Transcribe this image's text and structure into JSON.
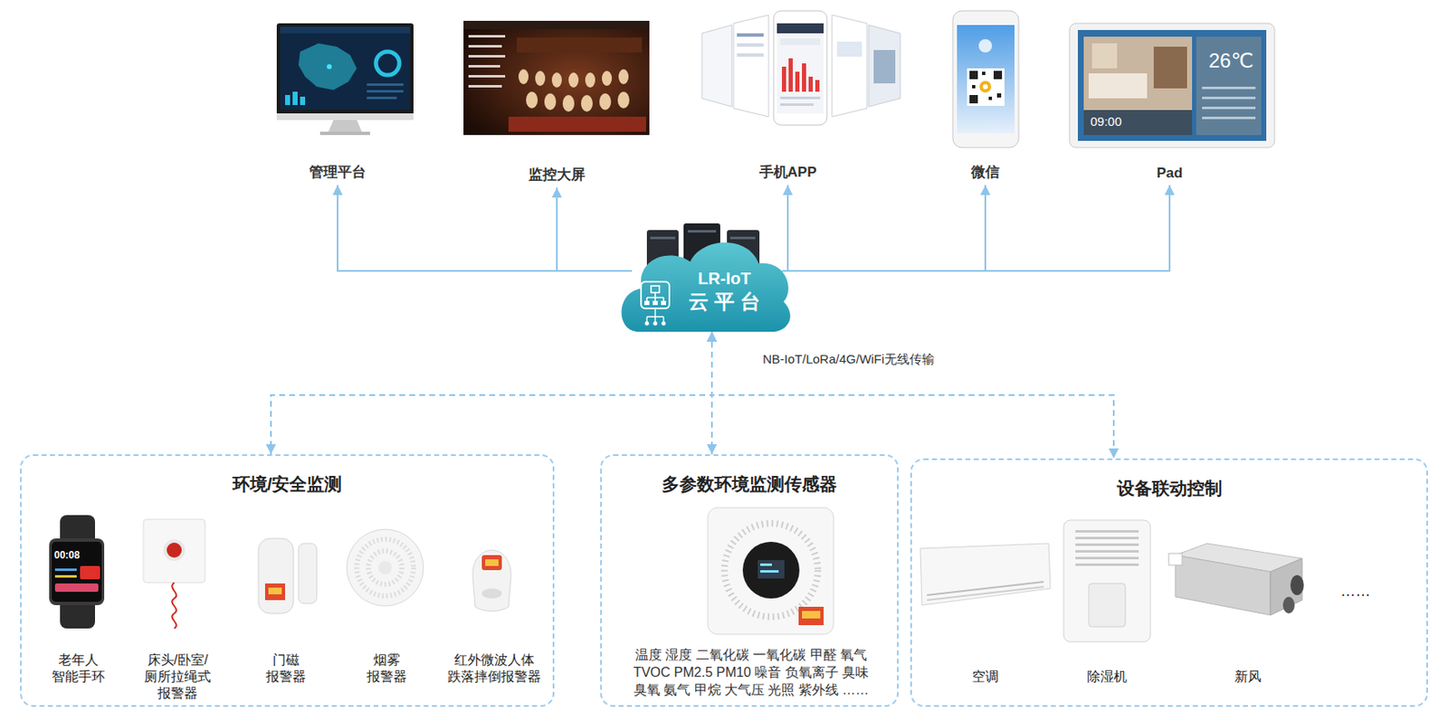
{
  "diagram": {
    "nodes": [
      {
        "text": [
          "管理平台"
        ]
      },
      {
        "text": [
          "监控大屏"
        ]
      },
      {
        "text": [
          "手机APP"
        ]
      },
      {
        "text": [
          "微信"
        ]
      },
      {
        "text": [
          "Pad"
        ]
      },
      {
        "text": [
          "LR-IoT",
          "云平台"
        ]
      },
      {
        "text": [
          "环境/安全监测"
        ]
      },
      {
        "text": [
          "老年人 智能手环"
        ],
        "in": 6
      },
      {
        "text": [
          "床头/卧室/ 厕所拉绳式 报警器"
        ],
        "in": 6
      },
      {
        "text": [
          "门磁 报警器"
        ],
        "in": 6
      },
      {
        "text": [
          "烟雾 报警器"
        ],
        "in": 6
      },
      {
        "text": [
          "红外微波人体 跌落摔倒报警器"
        ],
        "in": 6
      },
      {
        "text": [
          "多参数环境监测传感器"
        ]
      },
      {
        "text": [
          "温度 湿度 二氧化碳 一氧化碳 甲醛 氧气 TVOC PM2.5 PM10 噪音 负氧离子 臭味 臭氧 氨气 甲烷 大气压 光照 紫外线 ……"
        ],
        "in": 12
      },
      {
        "text": [
          "设备联动控制"
        ]
      },
      {
        "text": [
          "空调"
        ],
        "in": 14
      },
      {
        "text": [
          "除湿机"
        ],
        "in": 14
      },
      {
        "text": [
          "新风"
        ],
        "in": 14
      }
    ],
    "edges": [
      {
        "from": 5,
        "to": 0,
        "arrow": "to"
      },
      {
        "from": 5,
        "to": 1,
        "arrow": "to"
      },
      {
        "from": 5,
        "to": 2,
        "arrow": "to"
      },
      {
        "from": 5,
        "to": 3,
        "arrow": "to"
      },
      {
        "from": 5,
        "to": 4,
        "arrow": "to"
      },
      {
        "from": 5,
        "to": 6,
        "arrow": "both"
      },
      {
        "from": 5,
        "to": 12,
        "label": "NB-IoT/LoRa/4G/WiFi无线传输",
        "arrow": "both"
      },
      {
        "from": 5,
        "to": 14,
        "arrow": "both"
      }
    ],
    "labels": [
      "26℃",
      "09:00",
      "00:08",
      "……"
    ]
  }
}
